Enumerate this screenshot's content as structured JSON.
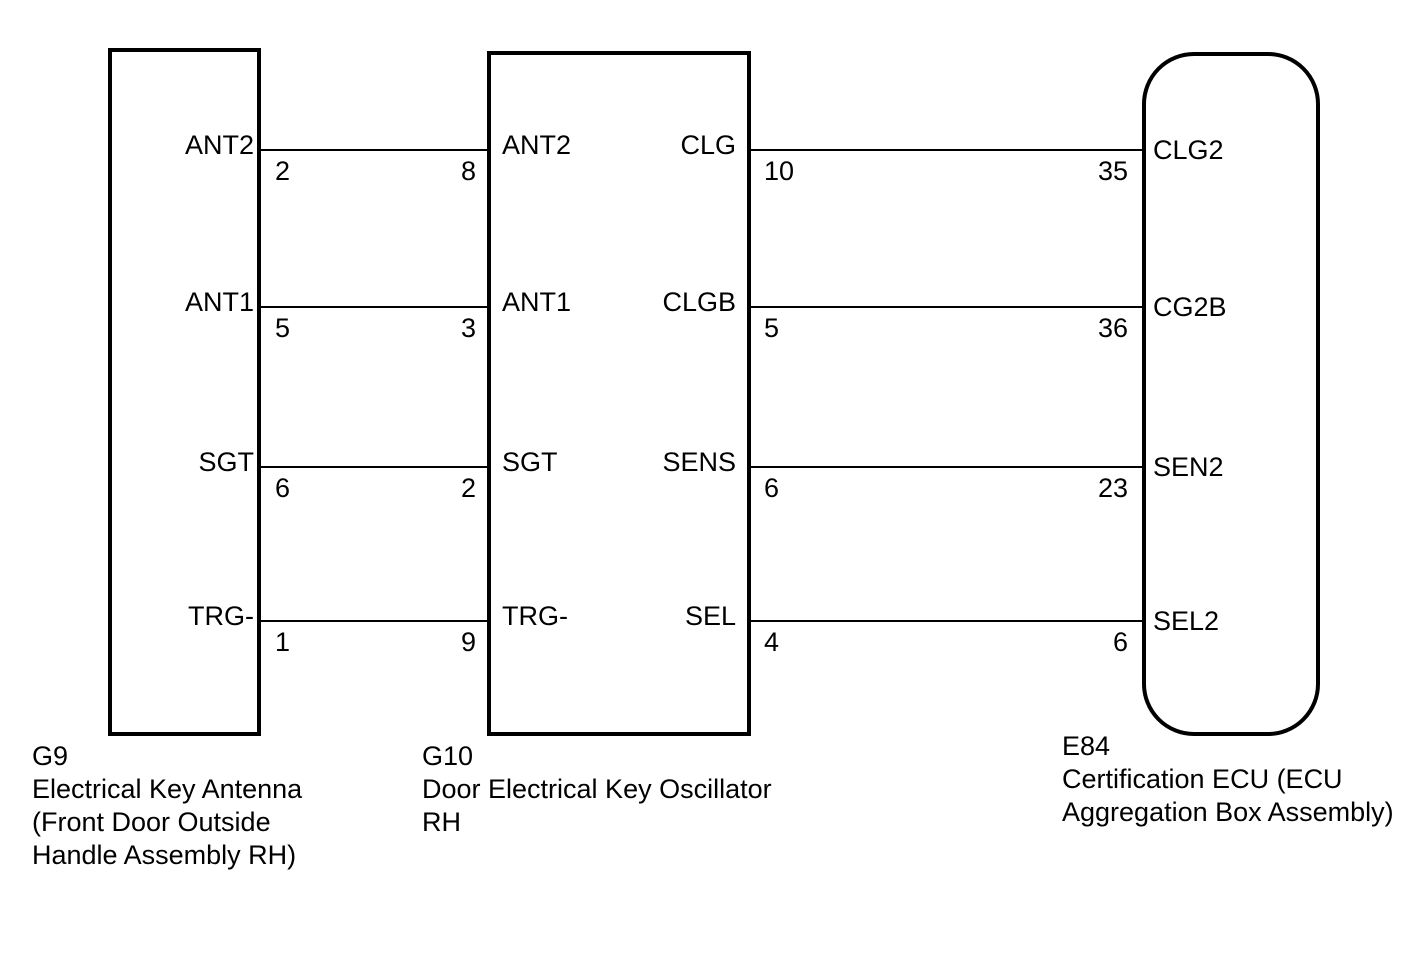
{
  "colors": {
    "line": "#000000",
    "background": "#ffffff"
  },
  "components": {
    "g9": {
      "id": "G9",
      "lines": [
        "Electrical Key Antenna",
        "(Front Door Outside",
        "Handle Assembly RH)"
      ]
    },
    "g10": {
      "id": "G10",
      "lines": [
        "Door Electrical Key Oscillator",
        "RH"
      ]
    },
    "e84": {
      "id": "E84",
      "lines": [
        "Certification ECU (ECU",
        "Aggregation Box Assembly)"
      ]
    }
  },
  "harness_left": [
    {
      "from_label": "ANT2",
      "from_pin": "2",
      "to_pin": "8",
      "to_label": "ANT2"
    },
    {
      "from_label": "ANT1",
      "from_pin": "5",
      "to_pin": "3",
      "to_label": "ANT1"
    },
    {
      "from_label": "SGT",
      "from_pin": "6",
      "to_pin": "2",
      "to_label": "SGT"
    },
    {
      "from_label": "TRG-",
      "from_pin": "1",
      "to_pin": "9",
      "to_label": "TRG-"
    }
  ],
  "harness_right": [
    {
      "from_label": "CLG",
      "from_pin": "10",
      "to_pin": "35",
      "to_label": "CLG2"
    },
    {
      "from_label": "CLGB",
      "from_pin": "5",
      "to_pin": "36",
      "to_label": "CG2B"
    },
    {
      "from_label": "SENS",
      "from_pin": "6",
      "to_pin": "23",
      "to_label": "SEN2"
    },
    {
      "from_label": "SEL",
      "from_pin": "4",
      "to_pin": "6",
      "to_label": "SEL2"
    }
  ]
}
